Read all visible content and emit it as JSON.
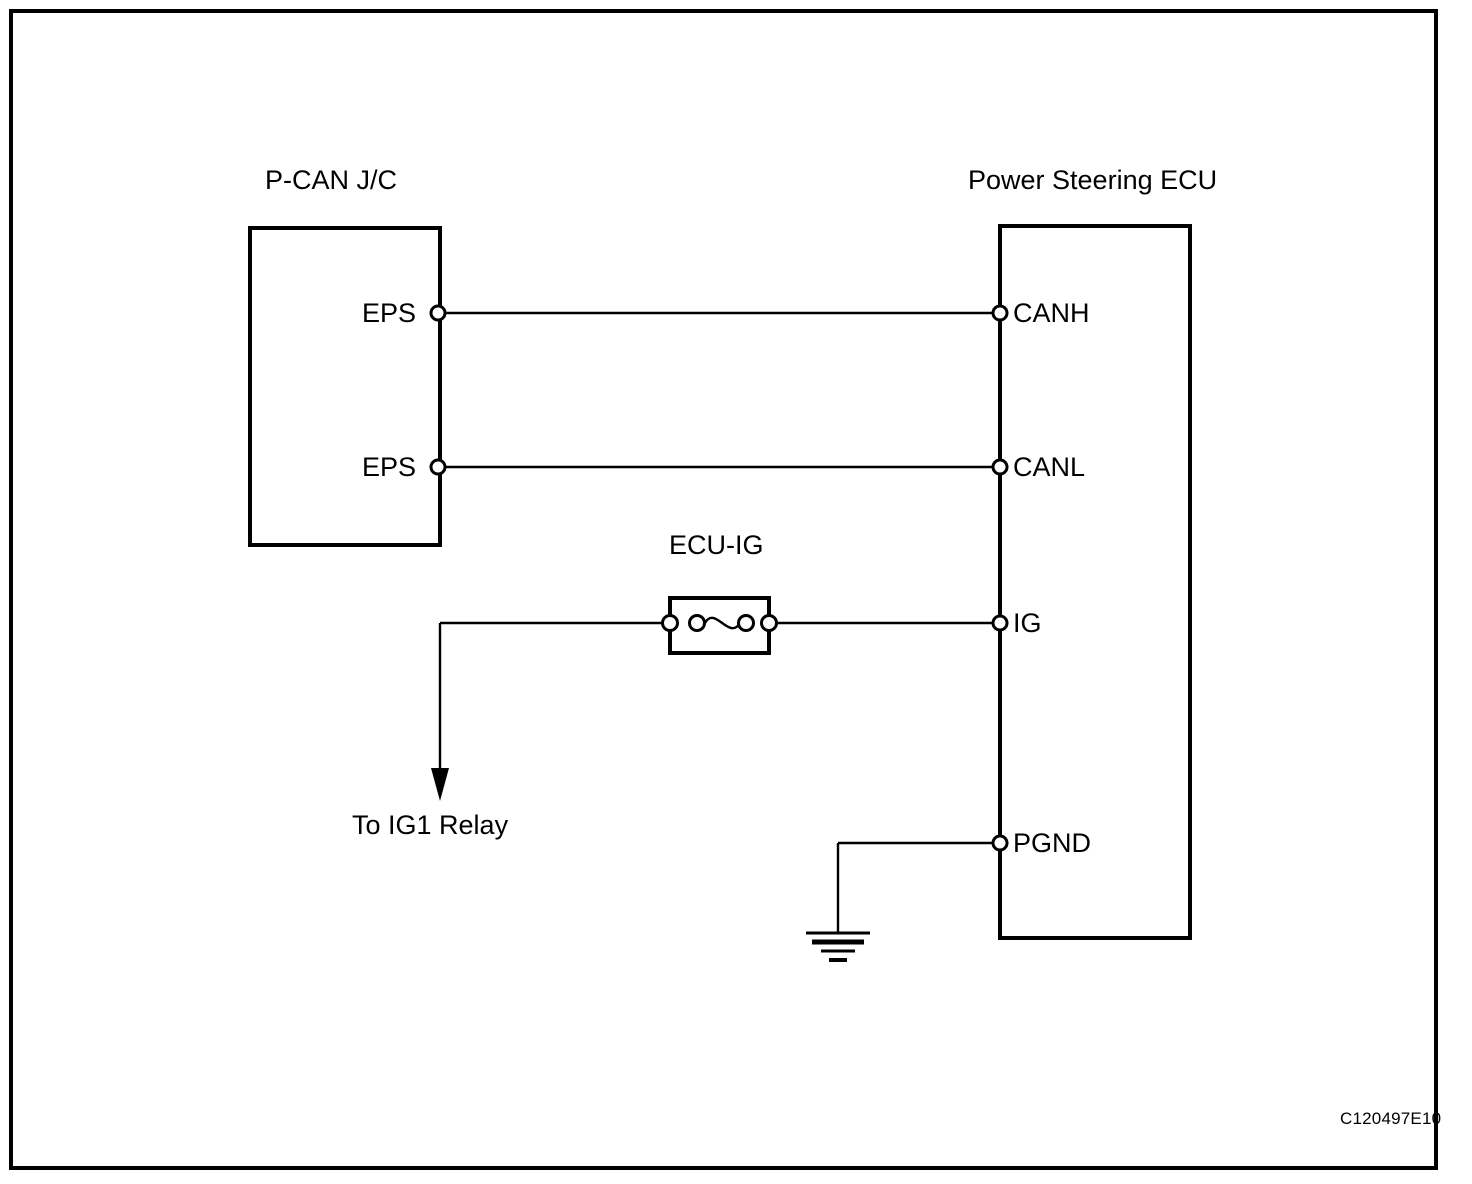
{
  "figure": {
    "kind": "automotive-wiring-diagram",
    "reference_code": "C120497E10",
    "frame_color": "#000000",
    "background_color": "#ffffff",
    "line_color": "#000000"
  },
  "components": {
    "junction_connector": {
      "title": "P-CAN J/C",
      "pins": [
        {
          "label": "EPS",
          "connects_to": "CANH"
        },
        {
          "label": "EPS",
          "connects_to": "CANL"
        }
      ]
    },
    "ecu": {
      "title": "Power Steering ECU",
      "pins": [
        {
          "label": "CANH"
        },
        {
          "label": "CANL"
        },
        {
          "label": "IG"
        },
        {
          "label": "PGND"
        }
      ]
    },
    "fuse": {
      "label": "ECU-IG",
      "type": "fuse"
    },
    "ground": {
      "label": "",
      "type": "chassis-ground"
    },
    "external_arrow": {
      "label": "To IG1 Relay",
      "direction": "down"
    }
  }
}
